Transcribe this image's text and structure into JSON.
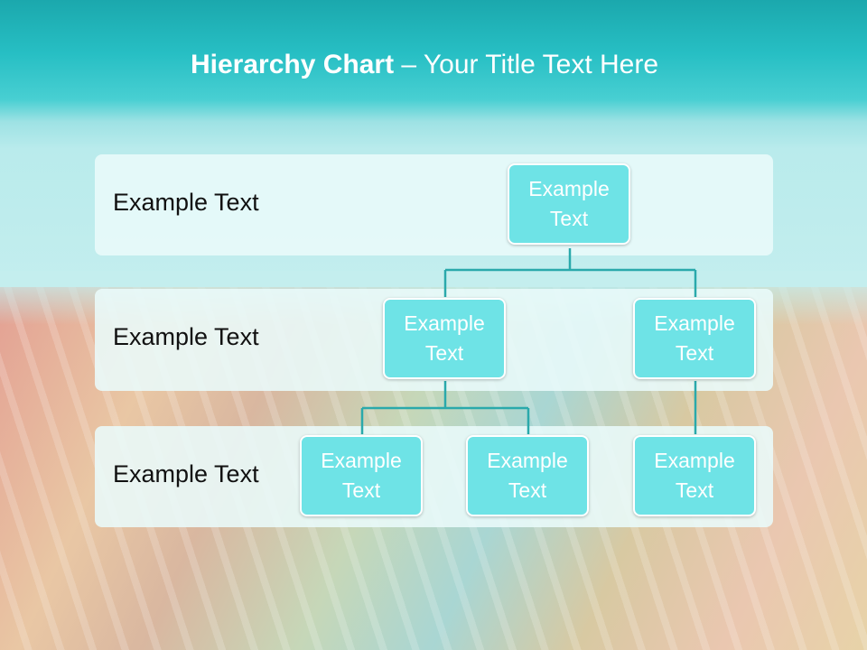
{
  "title": {
    "bold": "Hierarchy Chart",
    "rest": " – Your Title Text Here"
  },
  "levels": [
    {
      "label": "Example Text"
    },
    {
      "label": "Example Text"
    },
    {
      "label": "Example Text"
    }
  ],
  "nodes": {
    "root": {
      "text": "Example Text"
    },
    "mid_left": {
      "text": "Example Text"
    },
    "mid_right": {
      "text": "Example Text"
    },
    "leaf_1": {
      "text": "Example Text"
    },
    "leaf_2": {
      "text": "Example Text"
    },
    "leaf_3": {
      "text": "Example Text"
    }
  },
  "colors": {
    "node_fill": "#6ee3e6",
    "connector": "#2aa9ab",
    "title_bar": "#1ba8ad"
  }
}
